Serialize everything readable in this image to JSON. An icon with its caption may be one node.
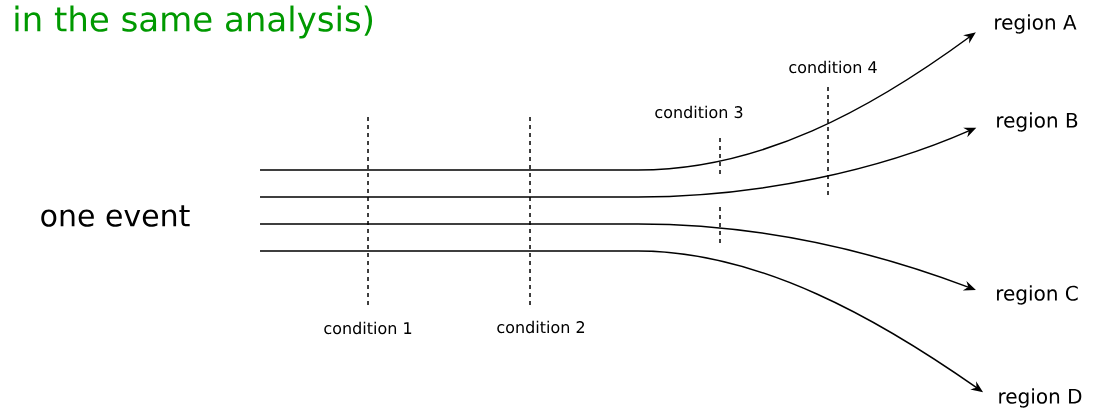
{
  "diagram": {
    "nodes": [
      {
        "text": [
          "one event"
        ]
      },
      {
        "text": [
          "region A"
        ]
      },
      {
        "text": [
          "region B"
        ]
      },
      {
        "text": [
          "region C"
        ]
      },
      {
        "text": [
          "region D"
        ]
      }
    ],
    "edges": [
      {
        "from": null,
        "to": 1,
        "arrow": "to"
      },
      {
        "from": null,
        "to": 2,
        "arrow": "to"
      },
      {
        "from": null,
        "to": 3,
        "arrow": "to"
      },
      {
        "from": null,
        "to": 4,
        "arrow": "to"
      }
    ],
    "labels": [
      "in the same analysis)",
      "condition 4",
      "condition 3",
      "condition 1",
      "condition 2"
    ]
  }
}
